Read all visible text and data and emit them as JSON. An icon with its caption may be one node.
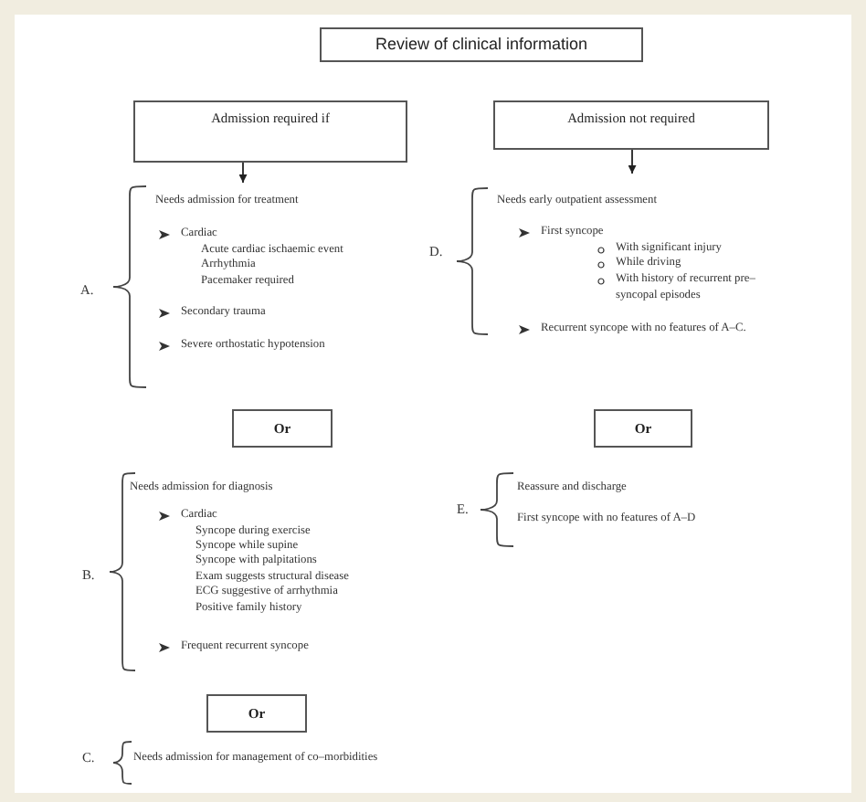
{
  "diagram": {
    "nodes": [
      {
        "text": [
          "Review of clinical information"
        ]
      },
      {
        "text": [
          "Admission required if"
        ]
      },
      {
        "text": [
          "Admission not required"
        ]
      },
      {
        "text": [
          "A.",
          "Needs admission for treatment",
          "Cardiac",
          "Acute cardiac ischaemic event",
          "Arrhythmia",
          "Pacemaker required",
          "Secondary trauma",
          "Severe orthostatic hypotension"
        ]
      },
      {
        "text": [
          "D.",
          "Needs early outpatient assessment",
          "First syncope",
          "With significant injury",
          "While driving",
          "With history of recurrent pre–syncopal episodes",
          "Recurrent syncope with no features of A–C."
        ]
      },
      {
        "text": [
          "Or"
        ]
      },
      {
        "text": [
          "Or"
        ]
      },
      {
        "text": [
          "B.",
          "Needs admission for diagnosis",
          "Cardiac",
          "Syncope during exercise",
          "Syncope while supine",
          "Syncope with palpitations",
          "Exam suggests structural disease",
          "ECG suggestive of arrhythmia",
          "Positive family history",
          "Frequent recurrent syncope"
        ]
      },
      {
        "text": [
          "E.",
          "Reassure and discharge",
          "First syncope with no features of A–D"
        ]
      },
      {
        "text": [
          "Or"
        ]
      },
      {
        "text": [
          "C.",
          "Needs admission for management of co–morbidities"
        ]
      }
    ],
    "edges": [
      {
        "from": 1,
        "to": 3,
        "arrow": "to"
      },
      {
        "from": 2,
        "to": 4,
        "arrow": "to"
      }
    ]
  }
}
